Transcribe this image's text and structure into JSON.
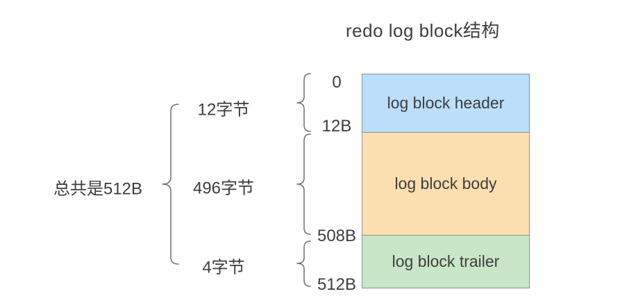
{
  "diagram": {
    "title": "redo log block结构",
    "total_label": "总共是512B",
    "segments": [
      {
        "label": "log block header",
        "size_label": "12字节",
        "start_offset": "0",
        "end_offset": "12B",
        "fill": "#bcdefa"
      },
      {
        "label": "log block body",
        "size_label": "496字节",
        "start_offset": "12B",
        "end_offset": "508B",
        "fill": "#fcdfb1"
      },
      {
        "label": "log block trailer",
        "size_label": "4字节",
        "start_offset": "508B",
        "end_offset": "512B",
        "fill": "#c9e6c8"
      }
    ],
    "offset_labels": [
      "0",
      "12B",
      "508B",
      "512B"
    ],
    "colors": {
      "text": "#3d3d3d",
      "border": "#8d9196",
      "brace": "#6e6e6e",
      "background": "#ffffff"
    }
  }
}
